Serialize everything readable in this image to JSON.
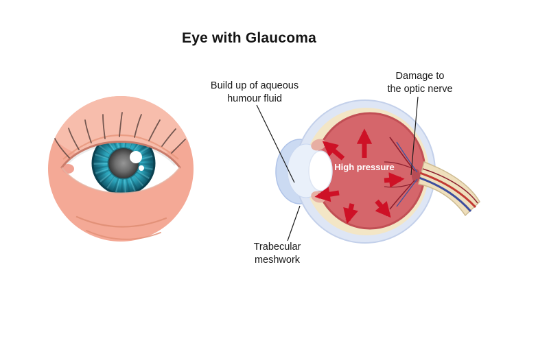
{
  "title": "Eye with Glaucoma",
  "labels": {
    "build_up": "Build up of aqueous\nhumour fluid",
    "damage": "Damage to\nthe optic nerve",
    "trabecular": "Trabecular\nmeshwork",
    "high_pressure": "High pressure"
  },
  "colors": {
    "background": "#FFFFFF",
    "text": "#161616",
    "skin": "#F4A996",
    "skin_light": "#F7BDAC",
    "wrinkle": "#E29178",
    "eye_white": "#FFFFFF",
    "iris_teal": "#2CA4BB",
    "iris_dark": "#0A4A5C",
    "pupil_gray": "#6E6E6E",
    "sclera_section": "#DEE6F5",
    "cornea": "#CBDAF2",
    "choroid_cream": "#F3E6C6",
    "high_pressure_red": "#D5666B",
    "arrow_red": "#CE1126",
    "vessel_red": "#8C1F2E",
    "vessel_blue": "#44549E",
    "optic_nerve": "#EFDFBC",
    "pointer_line": "#1A1A1A"
  }
}
